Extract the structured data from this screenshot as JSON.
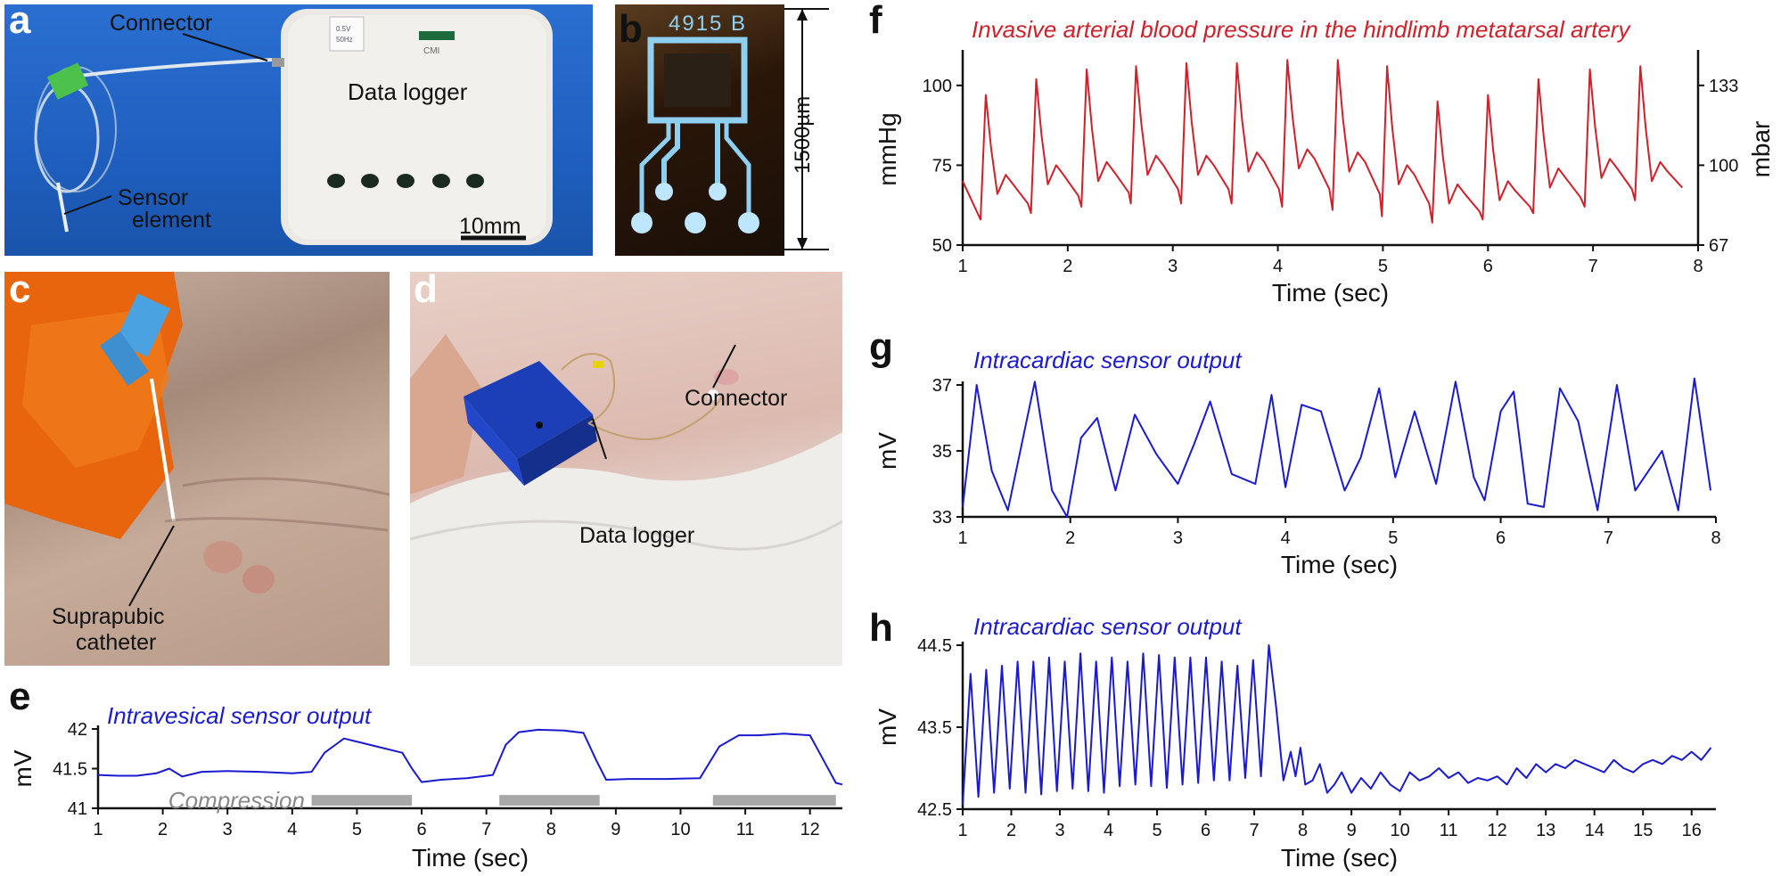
{
  "panels": {
    "a": {
      "letter": "a",
      "connector": "Connector",
      "logger": "Data logger",
      "sensor1": "Sensor",
      "sensor2": "element",
      "scale": "10mm",
      "box_text": "0.5V\n50Hz",
      "chip": "CMI"
    },
    "b": {
      "letter": "b",
      "code": "4915 B",
      "dimension": "1500µm"
    },
    "c": {
      "letter": "c",
      "cath1": "Suprapubic",
      "cath2": "catheter"
    },
    "d": {
      "letter": "d",
      "connector": "Connector",
      "logger": "Data logger"
    },
    "e": {
      "letter": "e"
    },
    "f": {
      "letter": "f"
    },
    "g": {
      "letter": "g"
    },
    "h": {
      "letter": "h"
    }
  },
  "colors": {
    "red": "#d0202a",
    "blue": "#1a1ad0",
    "gray": "#a8a8a8",
    "photo_blue": "#1f5fbf"
  },
  "chart_data": [
    {
      "id": "e",
      "type": "line",
      "title": "Intravesical sensor output",
      "xlabel": "Time (sec)",
      "ylabel": "mV",
      "xlim": [
        1,
        12.5
      ],
      "ylim": [
        41,
        42
      ],
      "xticks": [
        1,
        2,
        3,
        4,
        5,
        6,
        7,
        8,
        9,
        10,
        11,
        12
      ],
      "yticks": [
        41,
        41.5,
        42
      ],
      "yticklabels": [
        "41",
        "41.5",
        "42"
      ],
      "annotation": "Compression",
      "compression_bars": [
        [
          4.3,
          5.85
        ],
        [
          7.2,
          8.75
        ],
        [
          10.5,
          12.4
        ]
      ],
      "x": [
        1,
        1.3,
        1.6,
        1.9,
        2.1,
        2.3,
        2.6,
        3,
        3.5,
        4,
        4.3,
        4.5,
        4.8,
        5.1,
        5.4,
        5.7,
        5.85,
        6,
        6.3,
        6.7,
        7.1,
        7.3,
        7.5,
        7.8,
        8.2,
        8.5,
        8.7,
        8.85,
        9.2,
        9.8,
        10.3,
        10.6,
        10.9,
        11.2,
        11.6,
        12,
        12.2,
        12.4,
        12.5
      ],
      "y": [
        41.42,
        41.41,
        41.41,
        41.44,
        41.5,
        41.4,
        41.46,
        41.47,
        41.46,
        41.44,
        41.46,
        41.7,
        41.88,
        41.82,
        41.76,
        41.7,
        41.5,
        41.33,
        41.36,
        41.38,
        41.42,
        41.8,
        41.96,
        41.99,
        41.98,
        41.95,
        41.6,
        41.36,
        41.37,
        41.37,
        41.38,
        41.78,
        41.92,
        41.92,
        41.94,
        41.92,
        41.62,
        41.32,
        41.3
      ]
    },
    {
      "id": "f",
      "type": "line",
      "title": "Invasive arterial blood pressure in the hindlimb metatarsal artery",
      "xlabel": "Time (sec)",
      "ylabel": "mmHg",
      "y2label": "mbar",
      "xlim": [
        1,
        8
      ],
      "ylim": [
        50,
        110
      ],
      "xticks": [
        1,
        2,
        3,
        4,
        5,
        6,
        7,
        8
      ],
      "yticks": [
        50,
        75,
        100
      ],
      "y2ticks": [
        67,
        100,
        133
      ],
      "peak_times": [
        1.22,
        1.7,
        2.18,
        2.65,
        3.13,
        3.61,
        4.09,
        4.57,
        5.04,
        5.52,
        6.0,
        6.48,
        6.97,
        7.45
      ],
      "peaks": [
        97,
        102,
        105,
        106,
        107,
        107,
        108,
        108,
        106,
        95,
        97,
        102,
        105,
        106
      ],
      "troughs": [
        58,
        60,
        62,
        63,
        63,
        63,
        62,
        61,
        59,
        57,
        58,
        60,
        62,
        64
      ],
      "notch_values": [
        72,
        75,
        76,
        78,
        78,
        79,
        80,
        79,
        75,
        69,
        70,
        74,
        77,
        76
      ],
      "start_value": 70,
      "end_time": 7.85,
      "end_value": 68
    },
    {
      "id": "g",
      "type": "line",
      "title": "Intracardiac sensor output",
      "xlabel": "Time (sec)",
      "ylabel": "mV",
      "xlim": [
        1,
        8
      ],
      "ylim": [
        33,
        37
      ],
      "xticks": [
        1,
        2,
        3,
        4,
        5,
        6,
        7,
        8
      ],
      "yticks": [
        33,
        35,
        37
      ],
      "x": [
        1.0,
        1.13,
        1.27,
        1.42,
        1.67,
        1.83,
        1.97,
        2.1,
        2.25,
        2.42,
        2.6,
        2.8,
        3.0,
        3.15,
        3.3,
        3.5,
        3.72,
        3.87,
        4.0,
        4.15,
        4.33,
        4.55,
        4.7,
        4.87,
        5.02,
        5.2,
        5.4,
        5.58,
        5.75,
        5.85,
        6.0,
        6.12,
        6.25,
        6.4,
        6.55,
        6.72,
        6.9,
        7.08,
        7.25,
        7.5,
        7.65,
        7.8,
        7.95
      ],
      "y": [
        33.3,
        37.0,
        34.4,
        33.2,
        37.1,
        33.8,
        33.0,
        35.4,
        36.0,
        33.8,
        36.1,
        34.9,
        34.0,
        35.2,
        36.5,
        34.3,
        34.0,
        36.7,
        33.9,
        36.4,
        36.2,
        33.8,
        34.8,
        36.9,
        34.2,
        36.2,
        34.0,
        37.1,
        34.2,
        33.5,
        36.2,
        36.8,
        33.4,
        33.3,
        36.9,
        35.9,
        33.2,
        37.0,
        33.8,
        35.0,
        33.2,
        37.2,
        33.8
      ]
    },
    {
      "id": "h",
      "type": "line",
      "title": "Intracardiac sensor output",
      "xlabel": "Time (sec)",
      "ylabel": "mV",
      "xlim": [
        1,
        16.5
      ],
      "ylim": [
        42.5,
        44.5
      ],
      "xticks": [
        1,
        2,
        3,
        4,
        5,
        6,
        7,
        8,
        9,
        10,
        11,
        12,
        13,
        14,
        15,
        16
      ],
      "yticks": [
        42.5,
        43.5,
        44.5
      ],
      "yticklabels": [
        "42.5",
        "43.5",
        "44.5"
      ],
      "burst_peaks": [
        44.15,
        44.2,
        44.25,
        44.3,
        44.3,
        44.35,
        44.3,
        44.4,
        44.3,
        44.35,
        44.3,
        44.4,
        44.38,
        44.35,
        44.35,
        44.35,
        44.3,
        44.25,
        44.32,
        44.5
      ],
      "burst_troughs": [
        42.55,
        42.65,
        42.7,
        42.75,
        42.7,
        42.68,
        42.72,
        42.75,
        42.72,
        42.7,
        42.78,
        42.8,
        42.78,
        42.76,
        42.8,
        42.82,
        42.85,
        42.85,
        42.88,
        42.9
      ],
      "tail_x": [
        7.45,
        7.6,
        7.75,
        7.85,
        7.95,
        8.05,
        8.2,
        8.35,
        8.5,
        8.65,
        8.8,
        9.0,
        9.2,
        9.4,
        9.6,
        9.8,
        10.0,
        10.2,
        10.4,
        10.6,
        10.8,
        11.0,
        11.2,
        11.4,
        11.6,
        11.8,
        12.0,
        12.2,
        12.4,
        12.6,
        12.8,
        13.0,
        13.2,
        13.4,
        13.6,
        13.8,
        14.0,
        14.2,
        14.4,
        14.6,
        14.8,
        15.0,
        15.2,
        15.4,
        15.6,
        15.8,
        16.0,
        16.2,
        16.4
      ],
      "tail_y": [
        43.75,
        42.85,
        43.2,
        42.9,
        43.25,
        42.8,
        42.85,
        43.05,
        42.7,
        42.8,
        42.95,
        42.7,
        42.88,
        42.75,
        42.95,
        42.8,
        42.72,
        42.95,
        42.85,
        42.9,
        43.0,
        42.88,
        42.95,
        42.82,
        42.88,
        42.85,
        42.9,
        42.8,
        43.0,
        42.88,
        43.05,
        42.95,
        43.05,
        43.0,
        43.1,
        43.05,
        43.0,
        42.95,
        43.1,
        43.0,
        42.95,
        43.05,
        43.1,
        43.05,
        43.15,
        43.1,
        43.2,
        43.1,
        43.25
      ]
    }
  ]
}
